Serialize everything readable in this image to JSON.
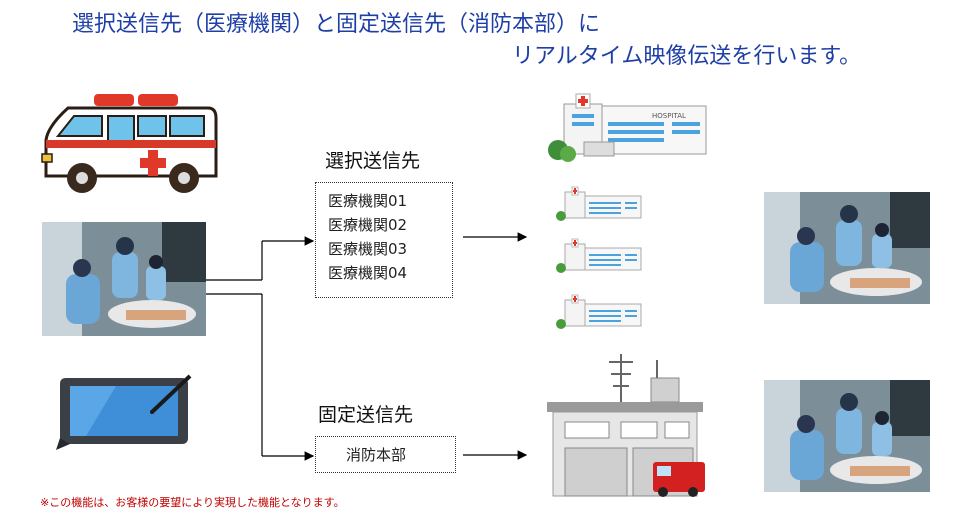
{
  "title": {
    "line1": "選択送信先（医療機関）と固定送信先（消防本部）に",
    "line2": "リアルタイム映像伝送を行います。"
  },
  "selected": {
    "heading": "選択送信先",
    "items": [
      "医療機関01",
      "医療機関02",
      "医療機関03",
      "医療機関04"
    ]
  },
  "fixed": {
    "heading": "固定送信先",
    "item": "消防本部"
  },
  "hospital_sign": "HOSPITAL",
  "footnote": "※この機能は、お客様の要望により実現した機能となります。",
  "colors": {
    "title": "#1f3fa8",
    "footnote": "#c00000",
    "ambulance_stripe": "#d83a2a",
    "hospital_window": "#4aa3df",
    "fire_truck": "#d32020"
  }
}
